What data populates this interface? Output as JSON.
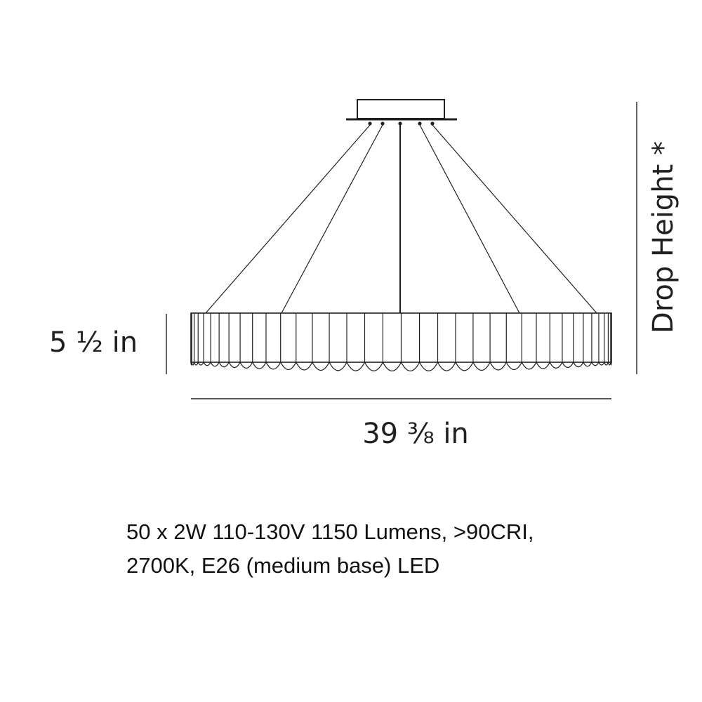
{
  "dimensions": {
    "height": "5 ½ in",
    "width": "39 ⅜ in",
    "drop_height": "Drop Height *"
  },
  "specs": {
    "line1": "50 x 2W 110-130V 1150 Lumens, >90CRI,",
    "line2": "2700K, E26 (medium base) LED"
  },
  "colors": {
    "line": "#231f20",
    "text": "#111111"
  }
}
